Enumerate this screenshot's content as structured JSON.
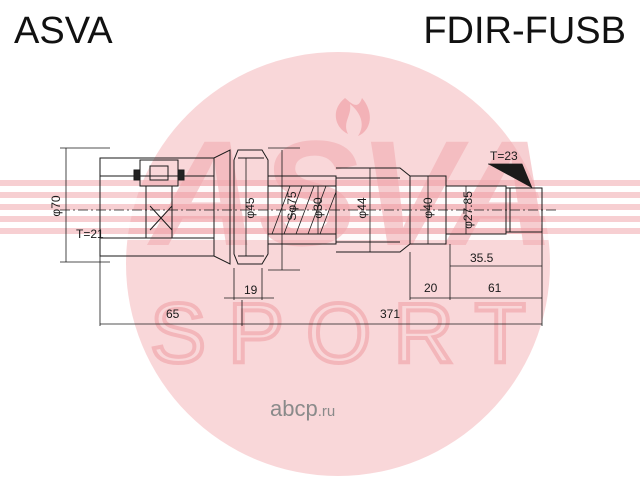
{
  "header": {
    "brand": "ASVA",
    "part_number": "FDIR-FUSB"
  },
  "watermark": {
    "logo_text": "ASVA",
    "sport_text": "SPORT",
    "site_name": "abcp",
    "site_tld": ".ru"
  },
  "dimensions": {
    "outer_diameter": "φ70",
    "teeth_left": "T=21",
    "bearing_diameter": "φ45",
    "boot_seat": "Sφ75",
    "shaft_30": "φ30",
    "shaft_44": "φ44",
    "shaft_40": "φ40",
    "spline_diameter": "φ27.85",
    "teeth_right": "T=23",
    "spline_length": "35.5",
    "width_19": "19",
    "length_20": "20",
    "length_61": "61",
    "length_65": "65",
    "total_length": "371"
  },
  "colors": {
    "watermark_red": "#f4c0c4",
    "stripe_red": "#f6cfd2",
    "line": "#1a1a1a"
  }
}
